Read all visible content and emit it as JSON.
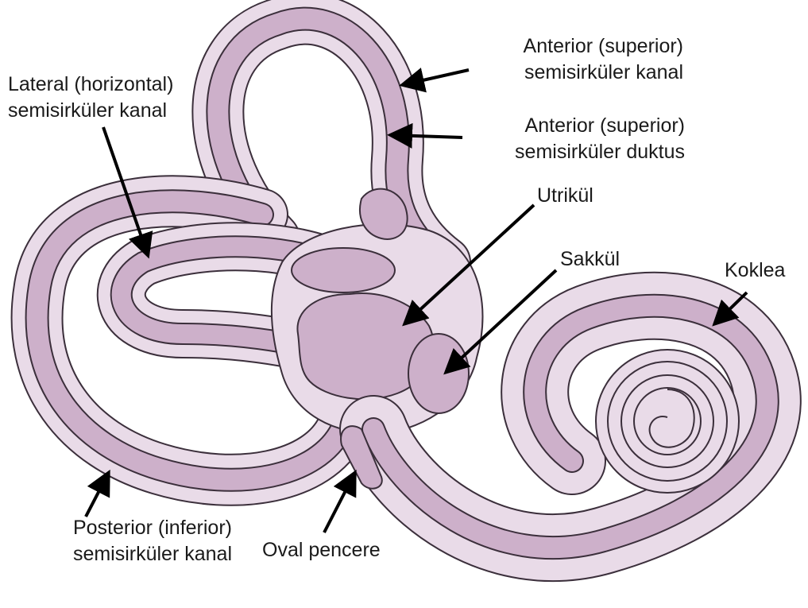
{
  "labels": {
    "anterior_kanal": [
      "Anterior (superior)",
      "semisirküler kanal"
    ],
    "anterior_duktus": [
      "Anterior (superior)",
      "semisirküler duktus"
    ],
    "lateral_kanal": [
      "Lateral (horizontal)",
      "semisirküler kanal"
    ],
    "utrikul": "Utrikül",
    "sakkul": "Sakkül",
    "koklea": "Koklea",
    "posterior_kanal": [
      "Posterior (inferior)",
      "semisirküler kanal"
    ],
    "oval_pencere": "Oval pencere"
  },
  "colors": {
    "outer_membrane": "#e9dbe8",
    "duct": "#cdb0ca",
    "outline": "#3b2f3b",
    "arrow": "#000000",
    "text": "#1a1a1a"
  }
}
